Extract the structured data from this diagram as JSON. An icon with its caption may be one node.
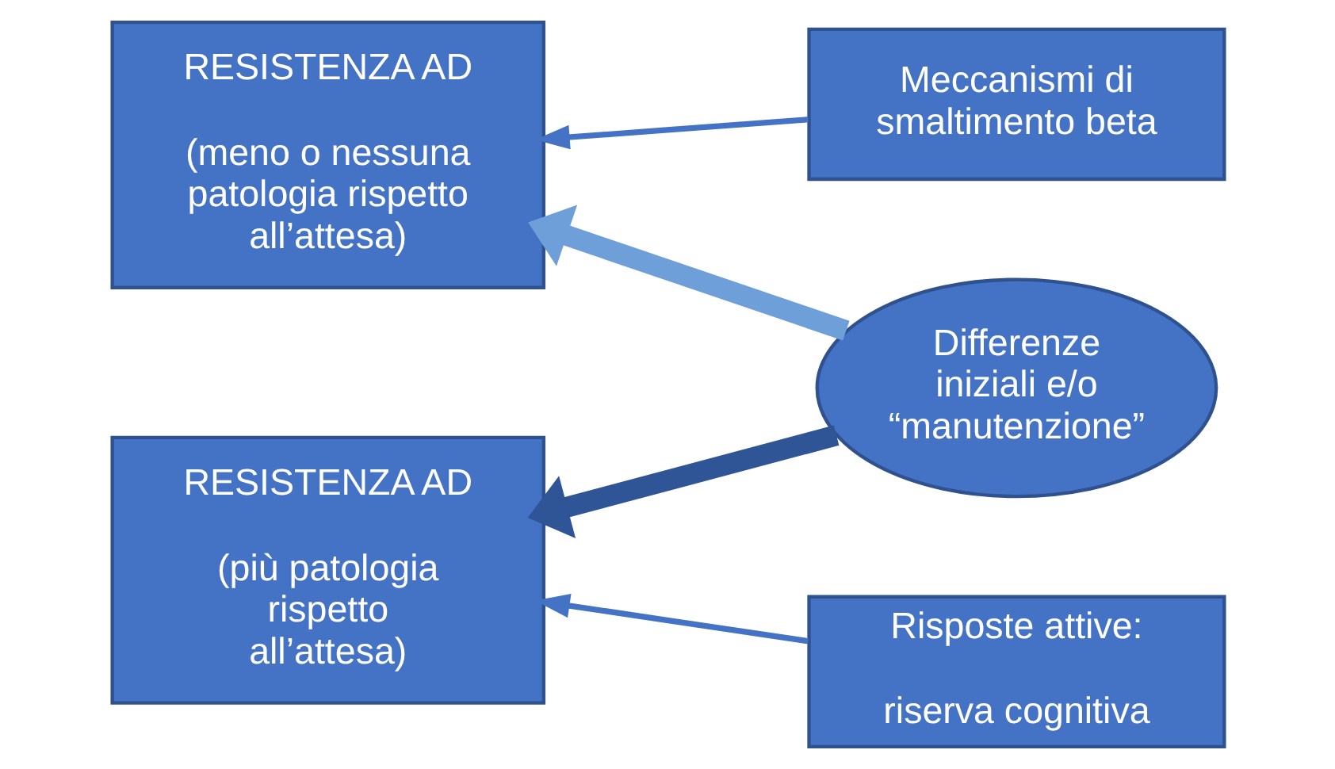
{
  "diagram": {
    "nodes": [
      {
        "text": [
          "RESISTENZA AD",
          "(meno o nessuna patologia rispetto all’attesa)"
        ]
      },
      {
        "text": [
          "Meccanismi di smaltimento beta"
        ]
      },
      {
        "text": [
          "Differenze iniziali e/o “manutenzione”"
        ]
      },
      {
        "text": [
          "RESISTENZA AD",
          "(più patologia rispetto all’attesa)"
        ]
      },
      {
        "text": [
          "Risposte attive:",
          "riserva cognitiva"
        ]
      }
    ],
    "edges": [
      {
        "from": 1,
        "to": 0,
        "arrow": "to"
      },
      {
        "from": 2,
        "to": 0,
        "arrow": "to",
        "style": "thick",
        "color": "#6f9fd8"
      },
      {
        "from": 2,
        "to": 3,
        "arrow": "to",
        "style": "thick",
        "color": "#2f5597"
      },
      {
        "from": 4,
        "to": 3,
        "arrow": "to"
      }
    ]
  }
}
